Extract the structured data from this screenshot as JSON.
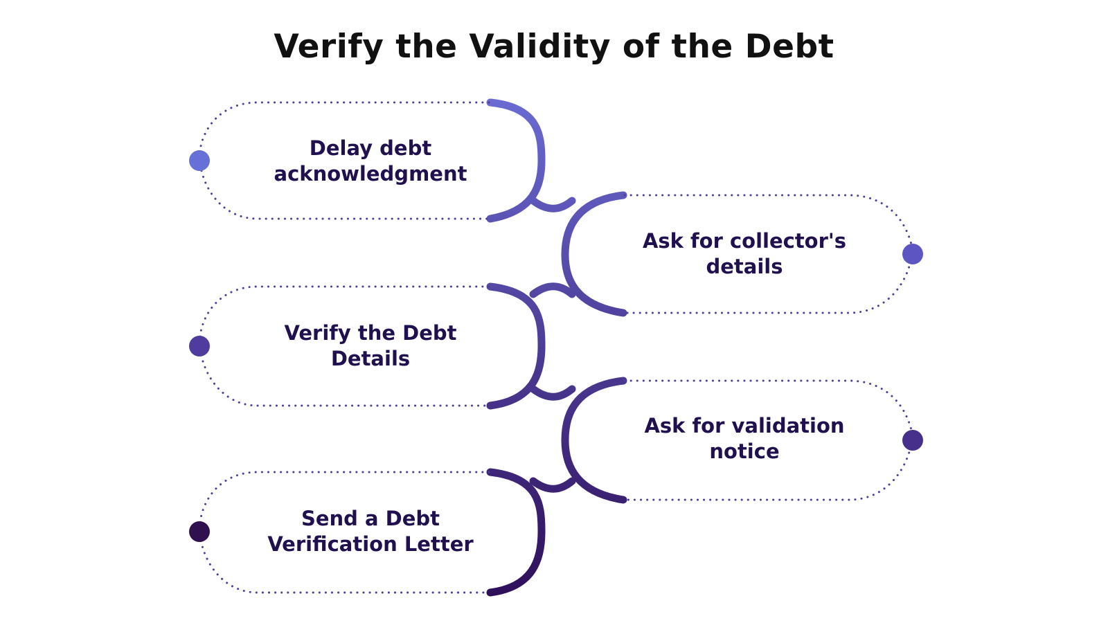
{
  "title": "Verify the Validity of the Debt",
  "colors": {
    "text": "#20104f",
    "title": "#111111",
    "dots": "#4f3d9a",
    "gradient_top": "#6a6ad2",
    "gradient_bottom": "#2f0f5a"
  },
  "steps": [
    {
      "side": "left",
      "lines": [
        "Delay debt",
        "acknowledgment"
      ],
      "marker_color": "#6670d6"
    },
    {
      "side": "right",
      "lines": [
        "Ask for collector's",
        "details"
      ],
      "marker_color": "#5d56c2"
    },
    {
      "side": "left",
      "lines": [
        "Verify the Debt",
        "Details"
      ],
      "marker_color": "#4f3c9e"
    },
    {
      "side": "right",
      "lines": [
        "Ask for validation",
        "notice"
      ],
      "marker_color": "#472f8c"
    },
    {
      "side": "left",
      "lines": [
        "Send a Debt",
        "Verification Letter"
      ],
      "marker_color": "#30104f"
    }
  ]
}
